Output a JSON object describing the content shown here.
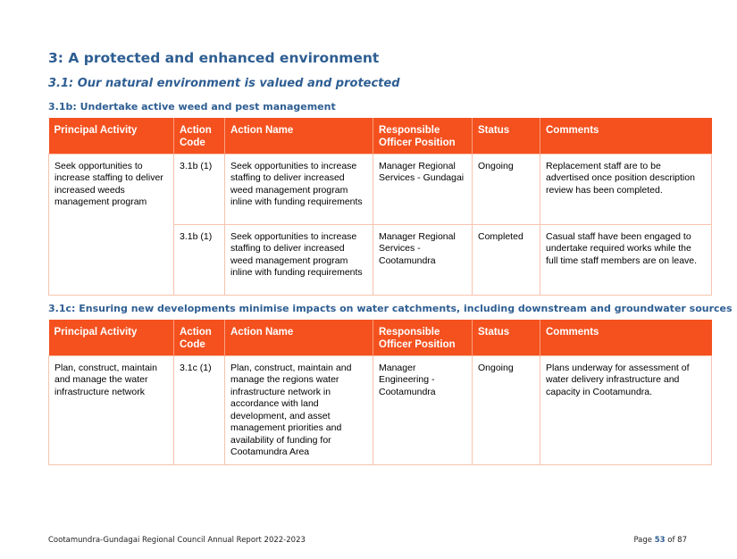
{
  "section_title": "3: A protected and enhanced environment",
  "subsection_title": "3.1: Our natural environment is valued and protected",
  "tables": [
    {
      "heading": "3.1b: Undertake active weed and pest management",
      "columns": [
        "Principal Activity",
        "Action Code",
        "Action Name",
        "Responsible Officer Position",
        "Status",
        "Comments"
      ],
      "principal_activity": "Seek opportunities to increase staffing to deliver increased weeds management program",
      "rows": [
        {
          "code": "3.1b (1)",
          "name": "Seek opportunities to increase staffing to deliver increased weed management program inline with funding requirements",
          "officer": "Manager Regional Services - Gundagai",
          "status": "Ongoing",
          "comments": "Replacement staff are to be advertised once position description review has been completed."
        },
        {
          "code": "3.1b (1)",
          "name": "Seek opportunities to increase staffing to deliver increased weed management program inline with funding requirements",
          "officer": "Manager Regional Services - Cootamundra",
          "status": "Completed",
          "comments": "Casual staff have been engaged to undertake required works while the full time staff members are on leave."
        }
      ]
    },
    {
      "heading": "3.1c: Ensuring new developments minimise impacts on water catchments, including downstream and groundwater sources",
      "columns": [
        "Principal Activity",
        "Action Code",
        "Action Name",
        "Responsible Officer Position",
        "Status",
        "Comments"
      ],
      "principal_activity": "Plan, construct, maintain and manage the water infrastructure network",
      "rows": [
        {
          "code": "3.1c (1)",
          "name": "Plan, construct, maintain and manage the regions water infrastructure network in accordance with land development, and asset management priorities and availability of funding for Cootamundra Area",
          "officer": "Manager Engineering - Cootamundra",
          "status": "Ongoing",
          "comments": "Plans underway for assessment of water delivery infrastructure and capacity in Cootamundra."
        }
      ]
    }
  ],
  "footer": {
    "report_title": "Cootamundra-Gundagai Regional Council Annual Report 2022-2023",
    "page_prefix": "Page",
    "page_number": "53",
    "page_of": "of",
    "page_total": "87"
  }
}
